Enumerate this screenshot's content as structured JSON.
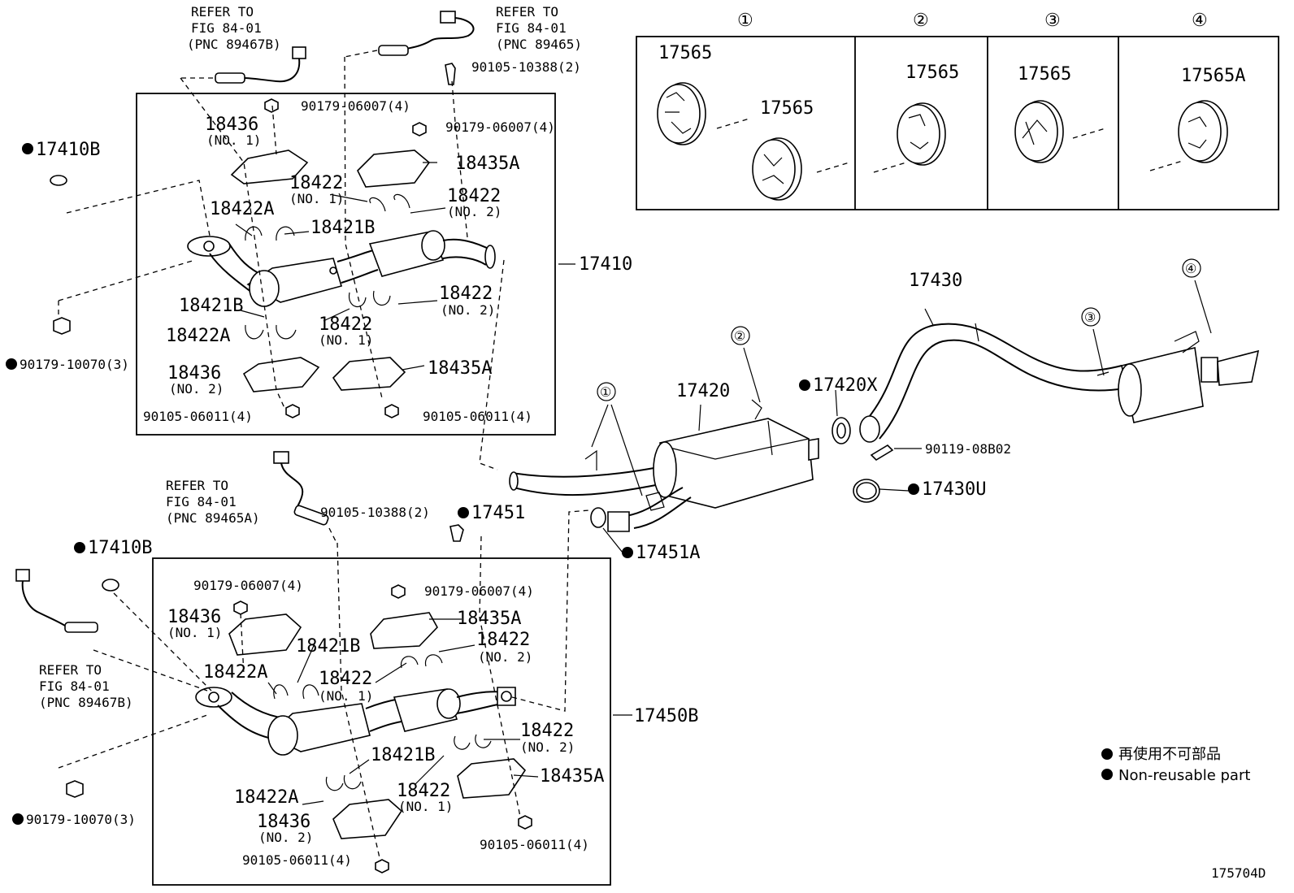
{
  "refer_notes": {
    "top_left": {
      "l1": "REFER TO",
      "l2": "FIG 84-01",
      "l3": "(PNC 89467B)"
    },
    "top_right": {
      "l1": "REFER TO",
      "l2": "FIG 84-01",
      "l3": "(PNC 89465)"
    },
    "mid": {
      "l1": "REFER TO",
      "l2": "FIG 84-01",
      "l3": "(PNC 89465A)"
    },
    "lower_left": {
      "l1": "REFER TO",
      "l2": "FIG 84-01",
      "l3": "(PNC 89467B)"
    }
  },
  "upper_group": {
    "assembly": "17410",
    "gasket_left": "17410B",
    "nut_left": "90179-10070(3)",
    "nut_top1": "90179-06007(4)",
    "nut_top2": "90179-06007(4)",
    "bolt_top": "90105-10388(2)",
    "bolt_left": "90105-06011(4)",
    "bolt_right": "90105-06011(4)",
    "insul1": "18436",
    "insul1_sub": "(NO. 1)",
    "insul2": "18436",
    "insul2_sub": "(NO. 2)",
    "shield_a_top": "18435A",
    "shield_a_bot": "18435A",
    "bracket1": "18422",
    "bracket1_sub": "(NO. 1)",
    "bracket2": "18422",
    "bracket2_sub": "(NO. 2)",
    "bracket3": "18422",
    "bracket3_sub": "(NO. 2)",
    "bracket4": "18422",
    "bracket4_sub": "(NO. 1)",
    "clamp_a1": "18422A",
    "clamp_a2": "18422A",
    "band1": "18421B",
    "band2": "18421B"
  },
  "lower_group": {
    "assembly": "17450B",
    "gasket_left": "17410B",
    "nut_left": "90179-10070(3)",
    "nut_top1": "90179-06007(4)",
    "nut_top2": "90179-06007(4)",
    "bolt_top": "90105-10388(2)",
    "gasket_top": "17451",
    "bolt_left": "90105-06011(4)",
    "bolt_right": "90105-06011(4)",
    "insul1": "18436",
    "insul1_sub": "(NO. 1)",
    "insul2": "18436",
    "insul2_sub": "(NO. 2)",
    "shield_a_top": "18435A",
    "shield_a_bot": "18435A",
    "bracket1": "18422",
    "bracket1_sub": "(NO. 2)",
    "bracket2": "18422",
    "bracket2_sub": "(NO. 1)",
    "bracket3": "18422",
    "bracket3_sub": "(NO. 2)",
    "bracket4": "18422",
    "bracket4_sub": "(NO. 1)",
    "clamp_a1": "18422A",
    "clamp_a2": "18422A",
    "band1": "18421B",
    "band2": "18421B"
  },
  "hanger_table": {
    "headers": [
      "①",
      "②",
      "③",
      "④"
    ],
    "cell1_a": "17565",
    "cell1_b": "17565",
    "cell2": "17565",
    "cell3": "17565",
    "cell4": "17565A"
  },
  "rear": {
    "muffler_front": "17420",
    "gasket_mid": "17420X",
    "tail_pipe": "17430",
    "bolt": "90119-08B02",
    "clamp": "17430U",
    "gasket_front": "17451A",
    "callout1": "①",
    "callout2": "②",
    "callout3": "③",
    "callout4": "④"
  },
  "legend": {
    "jp": "再使用不可部品",
    "en": "Non-reusable part"
  },
  "figure_code": "175704D"
}
